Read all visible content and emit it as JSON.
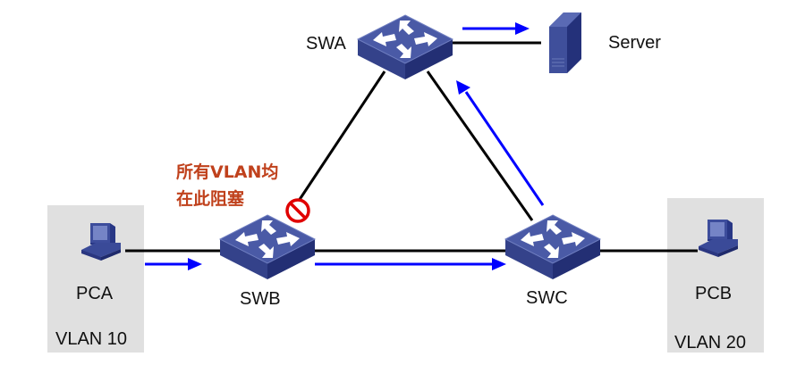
{
  "nodes": {
    "swa": {
      "label": "SWA",
      "type": "switch"
    },
    "swb": {
      "label": "SWB",
      "type": "switch"
    },
    "swc": {
      "label": "SWC",
      "type": "switch"
    },
    "server": {
      "label": "Server",
      "type": "server"
    },
    "pca": {
      "label": "PCA",
      "type": "pc",
      "vlan": "VLAN 10"
    },
    "pcb": {
      "label": "PCB",
      "type": "pc",
      "vlan": "VLAN 20"
    }
  },
  "links": [
    {
      "from": "swa",
      "to": "server"
    },
    {
      "from": "swa",
      "to": "swb",
      "status": "blocked"
    },
    {
      "from": "swa",
      "to": "swc"
    },
    {
      "from": "pca",
      "to": "swb"
    },
    {
      "from": "swb",
      "to": "swc"
    },
    {
      "from": "swc",
      "to": "pcb"
    }
  ],
  "traffic_path": [
    "pca",
    "swb",
    "swc",
    "swa",
    "server"
  ],
  "annotation": {
    "line1": "所有VLAN均",
    "line2": "在此阻塞",
    "icon": "blocked-icon"
  },
  "colors": {
    "switch": "#3f4f9b",
    "link": "#000000",
    "traffic_arrow": "#0000ff",
    "annotation_text": "#c0411c",
    "blocked_icon": "#e00000",
    "vlan_box": "#e0e0e0"
  }
}
